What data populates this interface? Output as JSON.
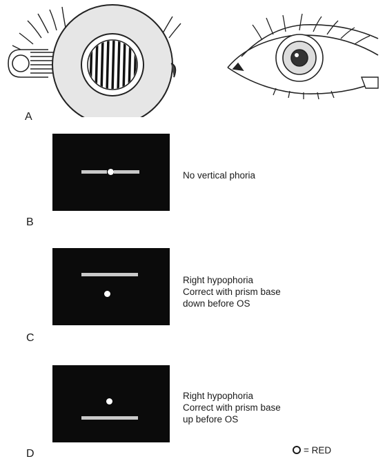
{
  "panels": {
    "a": {
      "letter": "A"
    },
    "b": {
      "letter": "B",
      "lines": [
        "No vertical phoria"
      ]
    },
    "c": {
      "letter": "C",
      "lines": [
        "Right hypophoria",
        "Correct with prism base",
        "down before OS"
      ]
    },
    "d": {
      "letter": "D",
      "lines": [
        "Right hypophoria",
        "Correct with prism base",
        "up before OS"
      ]
    }
  },
  "legend": {
    "label": "= RED"
  },
  "colors": {
    "screen": "#0b0b0b",
    "bar": "#c9c9c9",
    "dot": "#ffffff",
    "ink": "#1a1a1a"
  }
}
